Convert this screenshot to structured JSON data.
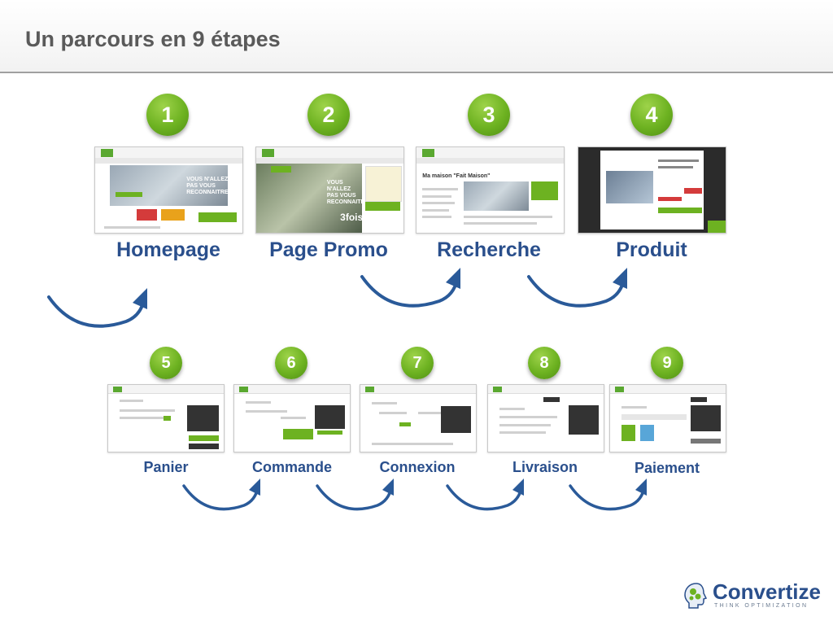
{
  "title": "Un parcours en 9 étapes",
  "steps": [
    {
      "number": "1",
      "label": "Homepage"
    },
    {
      "number": "2",
      "label": "Page Promo"
    },
    {
      "number": "3",
      "label": "Recherche"
    },
    {
      "number": "4",
      "label": "Produit"
    },
    {
      "number": "5",
      "label": "Panier"
    },
    {
      "number": "6",
      "label": "Commande"
    },
    {
      "number": "7",
      "label": "Connexion"
    },
    {
      "number": "8",
      "label": "Livraison"
    },
    {
      "number": "9",
      "label": "Paiement"
    }
  ],
  "screens": {
    "homepage_banner": "VOUS N'ALLEZ PAS VOUS RECONNAITRE",
    "promo_banner": "VOUS N'ALLEZ PAS VOUS RECONNAITRE",
    "promo_badge": "3fois",
    "search_title": "Ma maison \"Fait Maison\""
  },
  "brand": {
    "name": "Convertize",
    "tagline": "THINK OPTIMIZATION",
    "color": "#2a4f8c",
    "accent": "#6db221"
  }
}
